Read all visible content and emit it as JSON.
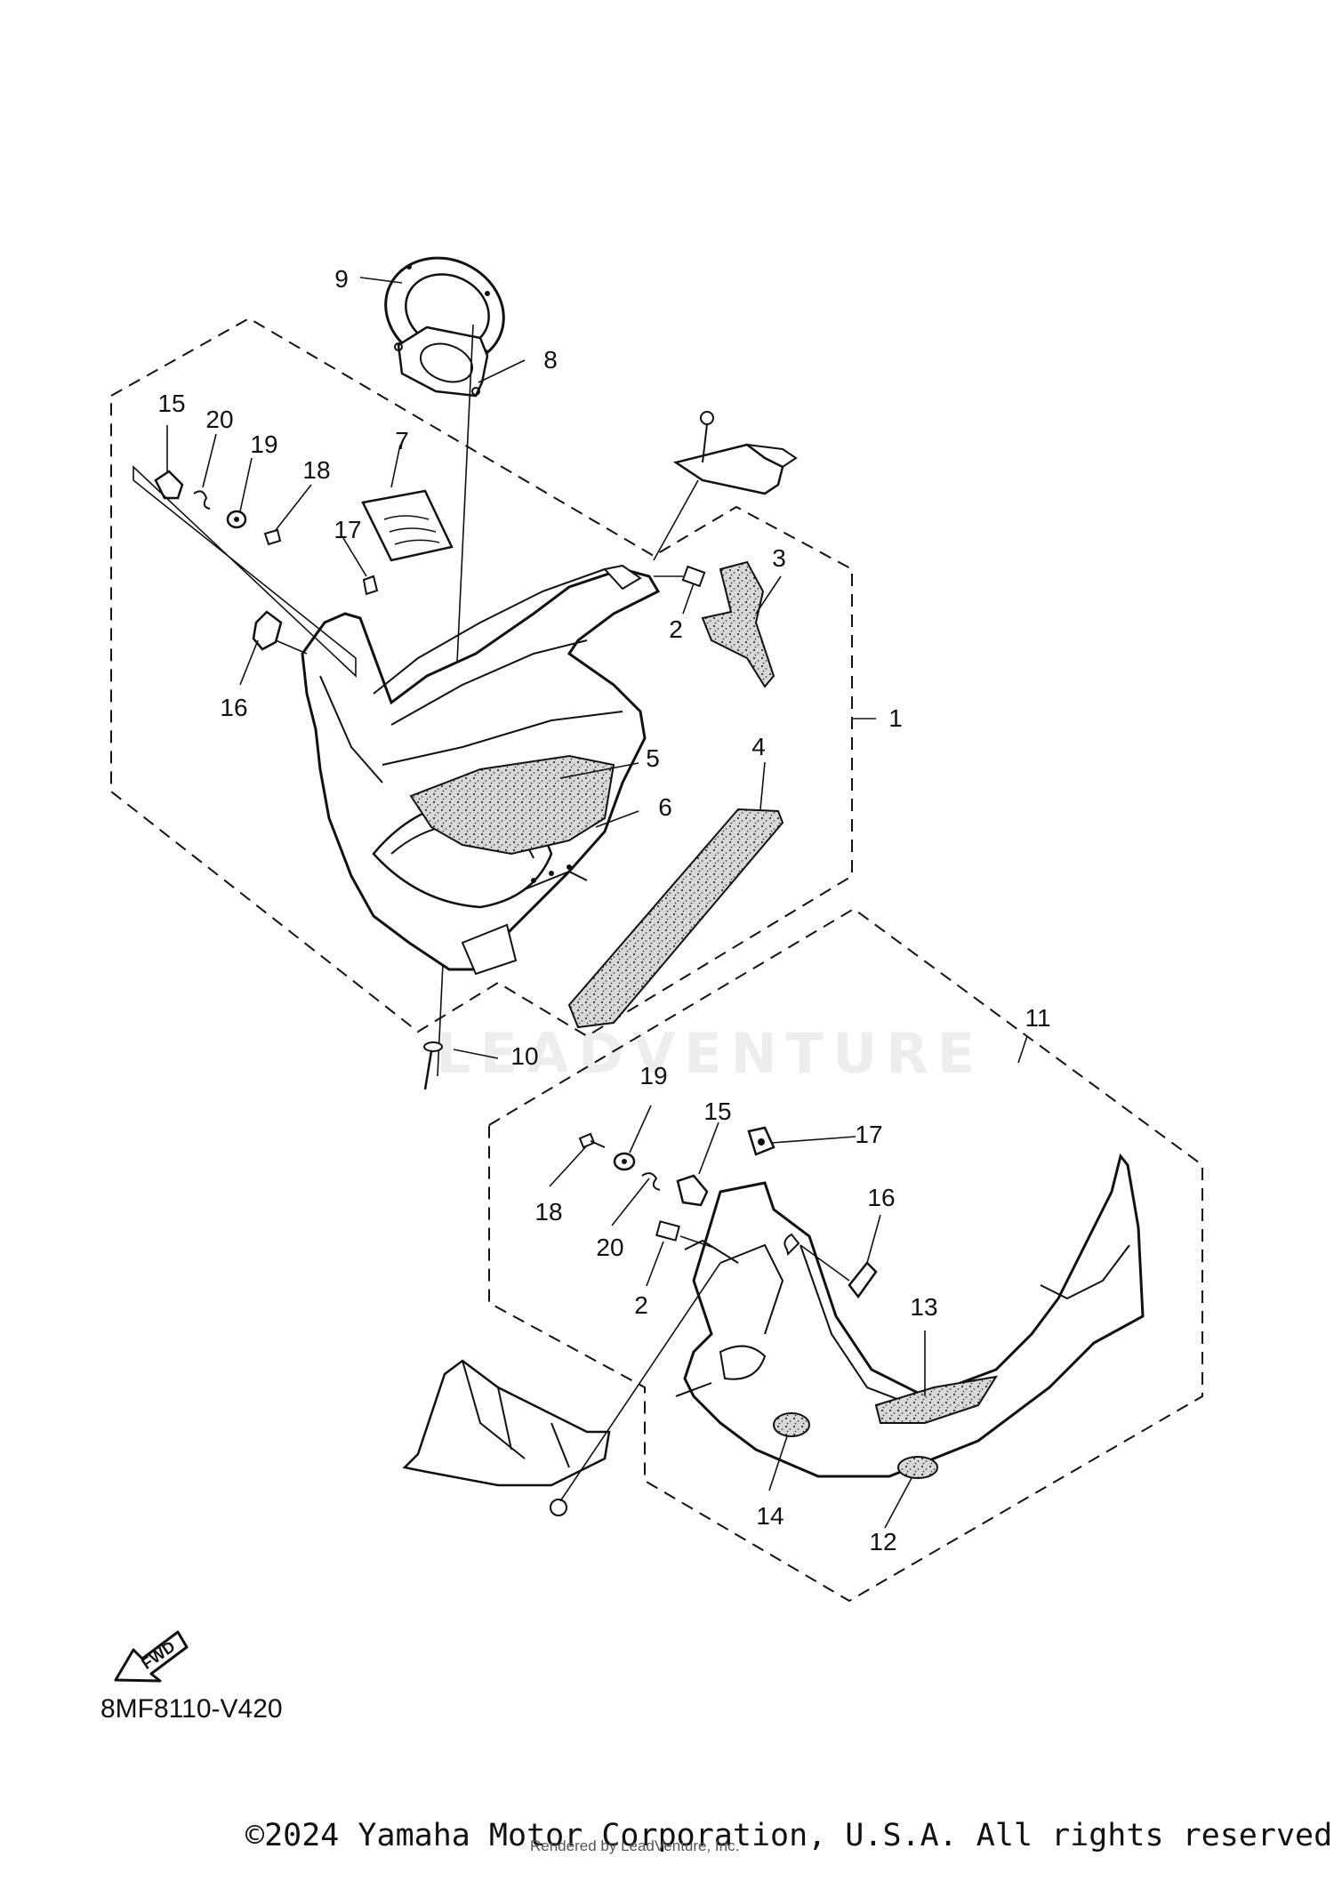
{
  "diagram_code": "8MF8110-V420",
  "fwd_label": "FWD",
  "watermark": "LEADVENTURE",
  "copyright": "©2024 Yamaha Motor Corporation, U.S.A. All rights reserved.",
  "rendered_by": "Rendered by LeadVenture, Inc.",
  "callouts": {
    "c1": "1",
    "c2a": "2",
    "c3": "3",
    "c4": "4",
    "c5": "5",
    "c6": "6",
    "c7": "7",
    "c8": "8",
    "c9": "9",
    "c10": "10",
    "c11": "11",
    "c12": "12",
    "c13": "13",
    "c14": "14",
    "c15a": "15",
    "c16a": "16",
    "c17a": "17",
    "c18a": "18",
    "c19a": "19",
    "c20a": "20",
    "c15b": "15",
    "c16b": "16",
    "c17b": "17",
    "c18b": "18",
    "c19b": "19",
    "c20b": "20",
    "c2b": "2"
  },
  "colors": {
    "line": "#111111",
    "speckle": "#9a9a9a",
    "background": "#ffffff"
  }
}
